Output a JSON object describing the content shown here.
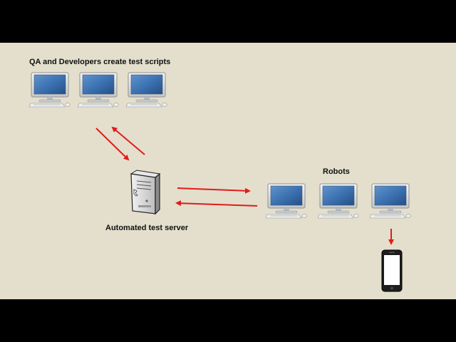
{
  "diagram": {
    "label_top": "QA and Developers create test scripts",
    "label_server": "Automated test server",
    "label_robots": "Robots"
  },
  "colors": {
    "background": "#e3dfcc",
    "arrow": "#e31b1b",
    "screen": "#3a6fae",
    "frame": "#d6d8da"
  },
  "icons": {
    "computer": "desktop-computer-icon",
    "server": "server-tower-icon",
    "phone": "smartphone-icon"
  }
}
